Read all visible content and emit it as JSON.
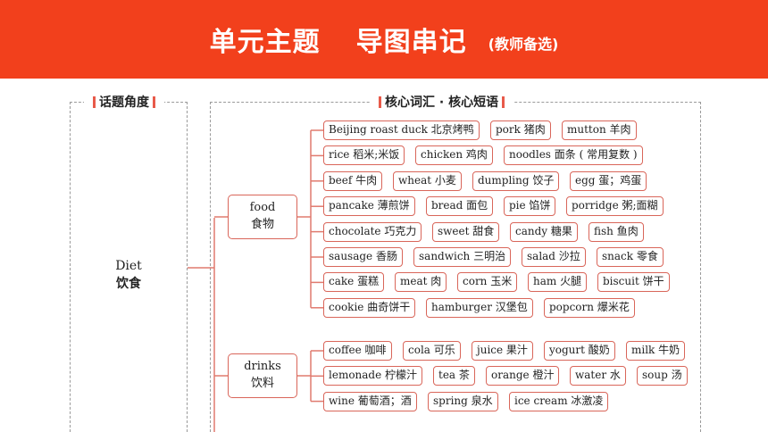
{
  "header": {
    "title_main": "单元主题",
    "title_sub": "导图串记",
    "title_note": "(教师备选)"
  },
  "left_panel": {
    "title": "话题角度",
    "topic_en": "Diet",
    "topic_cn": "饮食"
  },
  "right_panel": {
    "title": "核心词汇 · 核心短语"
  },
  "categories": {
    "food": {
      "en": "food",
      "cn": "食物"
    },
    "drinks": {
      "en": "drinks",
      "cn": "饮料"
    }
  },
  "food_rows": [
    [
      "Beijing roast duck 北京烤鸭",
      "pork 猪肉",
      "mutton 羊肉"
    ],
    [
      "rice 稻米;米饭",
      "chicken 鸡肉",
      "noodles 面条 ( 常用复数 )"
    ],
    [
      "beef 牛肉",
      "wheat 小麦",
      "dumpling 饺子",
      "egg 蛋；鸡蛋"
    ],
    [
      "pancake 薄煎饼",
      "bread 面包",
      "pie 馅饼",
      "porridge 粥;面糊"
    ],
    [
      "chocolate 巧克力",
      "sweet 甜食",
      "candy 糖果",
      "fish 鱼肉"
    ],
    [
      "sausage 香肠",
      "sandwich 三明治",
      "salad 沙拉",
      "snack 零食"
    ],
    [
      "cake 蛋糕",
      "meat 肉",
      "corn 玉米",
      "ham 火腿",
      "biscuit 饼干"
    ],
    [
      "cookie 曲奇饼干",
      "hamburger 汉堡包",
      "popcorn 爆米花"
    ]
  ],
  "drinks_rows": [
    [
      "coffee 咖啡",
      "cola 可乐",
      "juice 果汁",
      "yogurt 酸奶",
      "milk 牛奶"
    ],
    [
      "lemonade 柠檬汁",
      "tea 茶",
      "orange 橙汁",
      "water 水",
      "soup 汤"
    ],
    [
      "wine 葡萄酒；酒",
      "spring 泉水",
      "ice cream 冰激凌"
    ]
  ],
  "colors": {
    "banner": "#f2401c",
    "box_border": "#d9665a",
    "connector": "#e07a6e"
  }
}
